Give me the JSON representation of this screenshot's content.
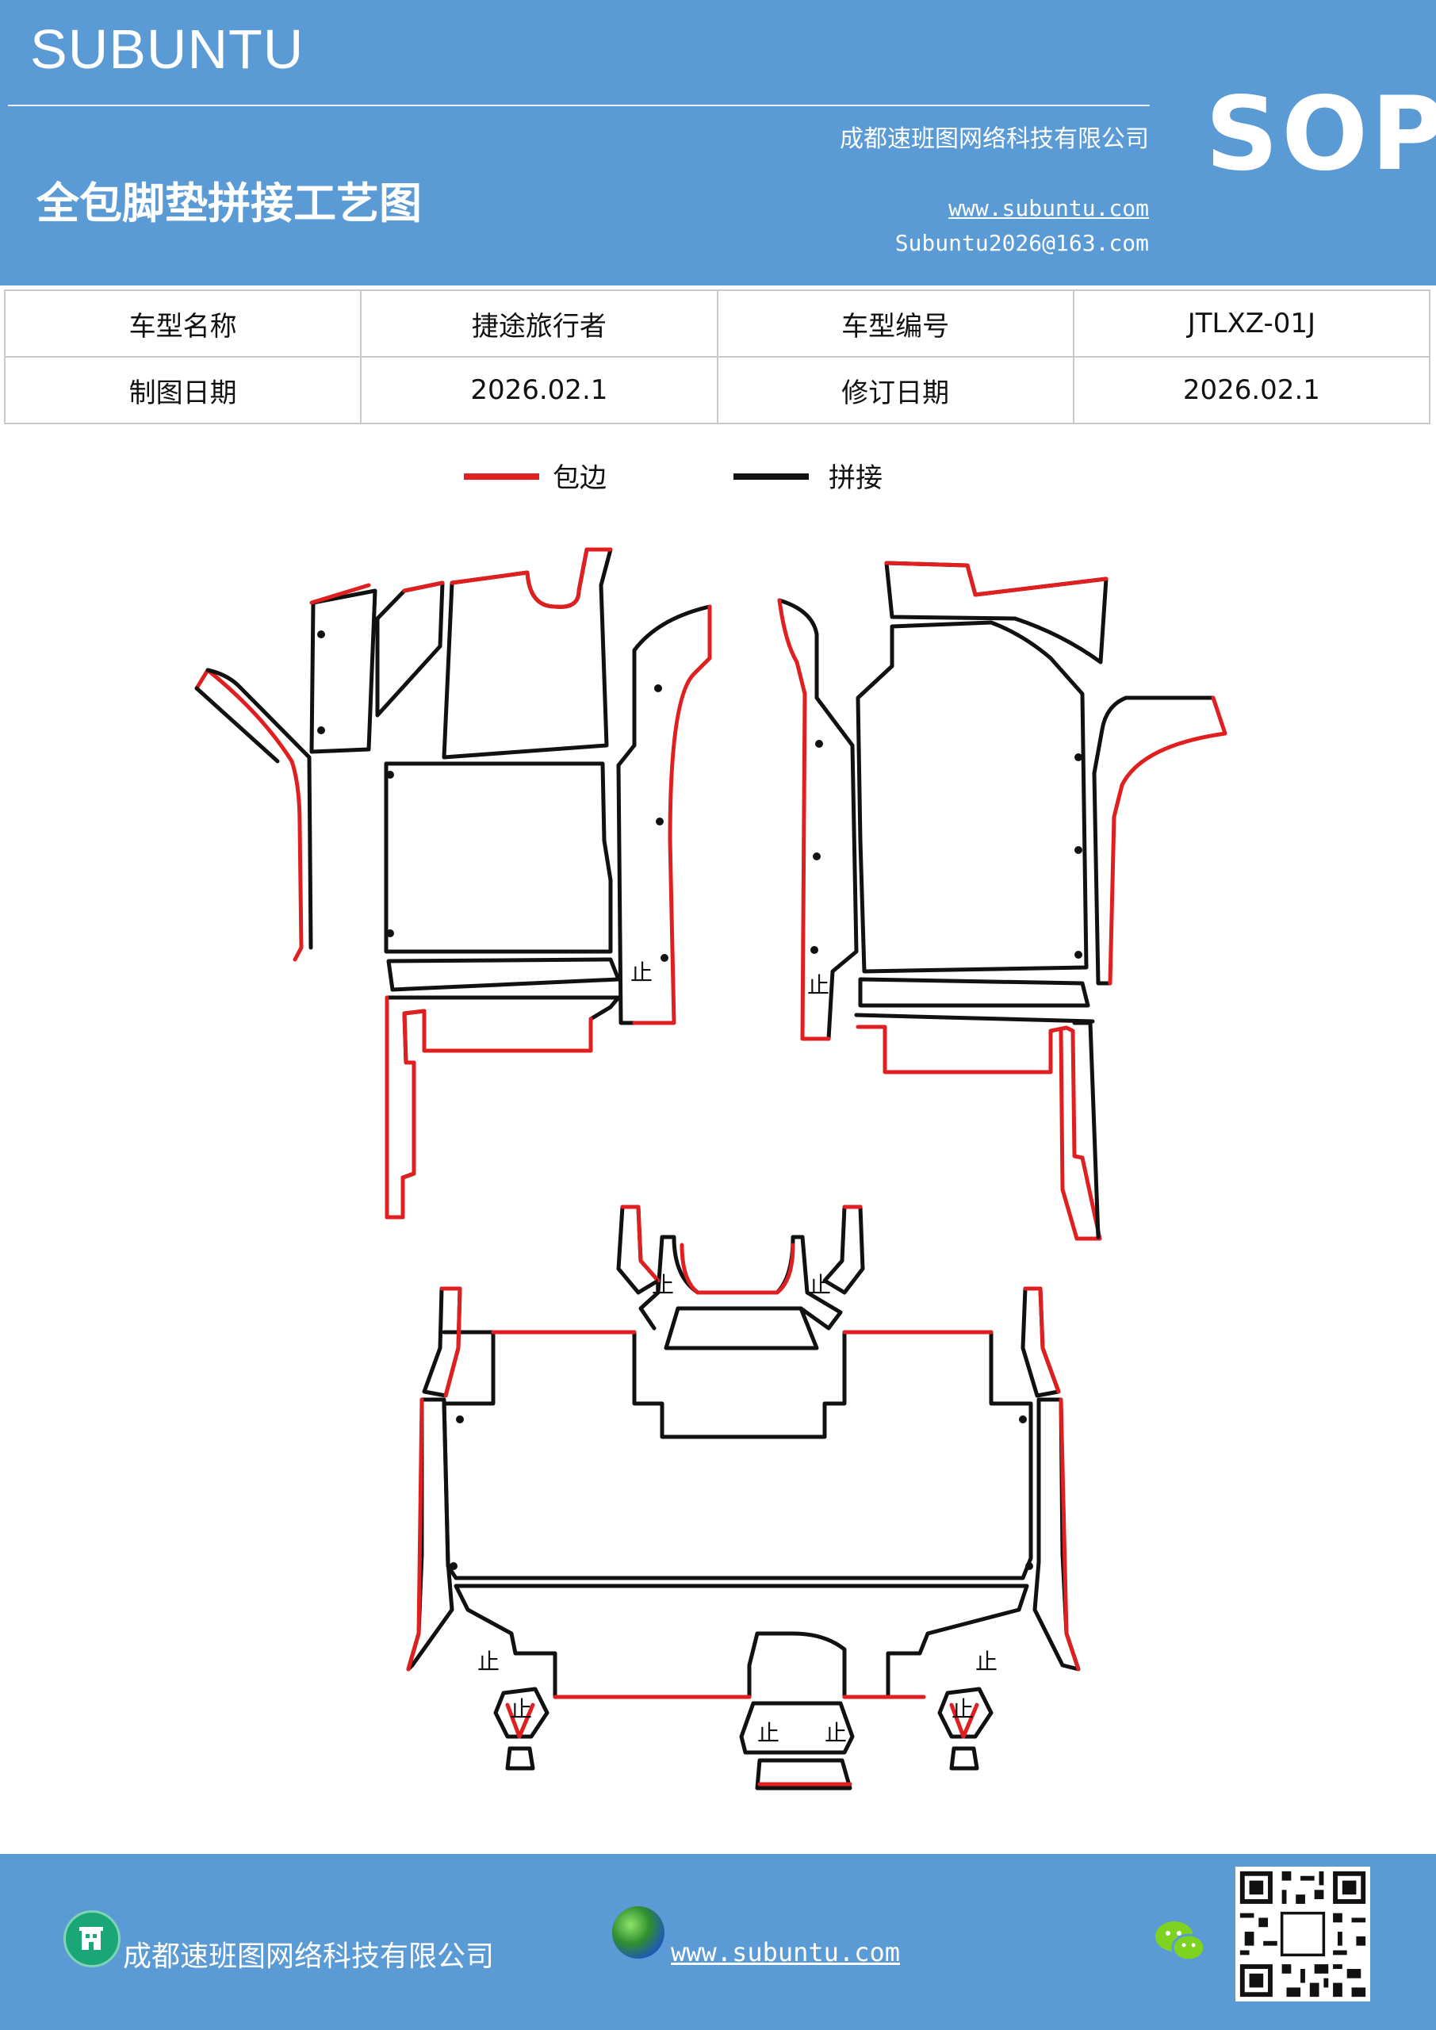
{
  "header": {
    "brand": "SUBUNTU",
    "sop": "SOP",
    "title": "全包脚垫拼接工艺图",
    "company": "成都速班图网络科技有限公司",
    "website": "www.subuntu.com",
    "email": "Subuntu2026@163.com"
  },
  "info": {
    "row1": [
      "车型名称",
      "捷途旅行者",
      "车型编号",
      "JTLXZ-01J"
    ],
    "row2": [
      "制图日期",
      "2026.02.1",
      "修订日期",
      "2026.02.1"
    ]
  },
  "legend": {
    "red_label": "包边",
    "black_label": "拼接",
    "red_color": "#e02020",
    "black_color": "#111111"
  },
  "drawing": {
    "stop_mark": "止"
  },
  "footer": {
    "company": "成都速班图网络科技有限公司",
    "website": "www.subuntu.com",
    "icons": [
      "building-icon",
      "globe-icon",
      "wechat-icon",
      "qr-code"
    ]
  },
  "colors": {
    "brand_blue": "#5b9bd5",
    "edge_red": "#e02020",
    "seam_black": "#111111"
  }
}
